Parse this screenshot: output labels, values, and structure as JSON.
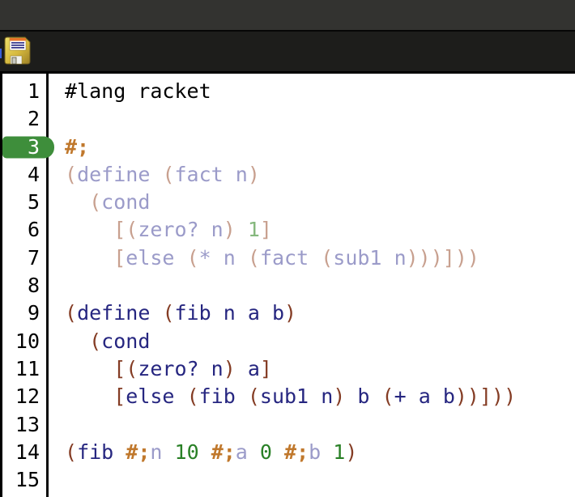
{
  "window": {
    "titlebar_text": ""
  },
  "toolbar": {
    "save_icon": "floppy-disk-save-icon"
  },
  "editor": {
    "language_line": "#lang racket",
    "active_line": 3,
    "colors": {
      "titlebar-bg": "#333330",
      "toolbar-bg": "#1d1d1b",
      "editor-bg": "#ffffff",
      "gutter-text": "#000000",
      "badge": "#3e8e3b",
      "badge-text": "#ffffff",
      "plain": "#000000",
      "paren": "#843c24",
      "symbol": "#262680",
      "number": "#298026",
      "hash": "#c0782c",
      "paren-m": "#c8a08f",
      "symbol-m": "#9b9bc9",
      "number-m": "#85b87d"
    },
    "lines": [
      {
        "num": "1",
        "tokens": [
          [
            "#lang racket",
            "plain"
          ]
        ]
      },
      {
        "num": "2",
        "tokens": []
      },
      {
        "num": "3",
        "active": true,
        "tokens": [
          [
            "#;",
            "hash"
          ]
        ]
      },
      {
        "num": "4",
        "tokens": [
          [
            "(",
            "paren-m"
          ],
          [
            "define",
            "symbol-m"
          ],
          [
            " ",
            "plain"
          ],
          [
            "(",
            "paren-m"
          ],
          [
            "fact",
            "symbol-m"
          ],
          [
            " ",
            "plain"
          ],
          [
            "n",
            "symbol-m"
          ],
          [
            ")",
            "paren-m"
          ]
        ]
      },
      {
        "num": "5",
        "tokens": [
          [
            "  ",
            "plain"
          ],
          [
            "(",
            "paren-m"
          ],
          [
            "cond",
            "symbol-m"
          ]
        ]
      },
      {
        "num": "6",
        "tokens": [
          [
            "    ",
            "plain"
          ],
          [
            "[(",
            "paren-m"
          ],
          [
            "zero?",
            "symbol-m"
          ],
          [
            " ",
            "plain"
          ],
          [
            "n",
            "symbol-m"
          ],
          [
            ")",
            "paren-m"
          ],
          [
            " ",
            "plain"
          ],
          [
            "1",
            "number-m"
          ],
          [
            "]",
            "paren-m"
          ]
        ]
      },
      {
        "num": "7",
        "tokens": [
          [
            "    ",
            "plain"
          ],
          [
            "[",
            "paren-m"
          ],
          [
            "else",
            "symbol-m"
          ],
          [
            " ",
            "plain"
          ],
          [
            "(",
            "paren-m"
          ],
          [
            "*",
            "symbol-m"
          ],
          [
            " ",
            "plain"
          ],
          [
            "n",
            "symbol-m"
          ],
          [
            " ",
            "plain"
          ],
          [
            "(",
            "paren-m"
          ],
          [
            "fact",
            "symbol-m"
          ],
          [
            " ",
            "plain"
          ],
          [
            "(",
            "paren-m"
          ],
          [
            "sub1",
            "symbol-m"
          ],
          [
            " ",
            "plain"
          ],
          [
            "n",
            "symbol-m"
          ],
          [
            ")))]))",
            "paren-m"
          ]
        ]
      },
      {
        "num": "8",
        "tokens": []
      },
      {
        "num": "9",
        "tokens": [
          [
            "(",
            "paren"
          ],
          [
            "define",
            "symbol"
          ],
          [
            " ",
            "plain"
          ],
          [
            "(",
            "paren"
          ],
          [
            "fib",
            "symbol"
          ],
          [
            " ",
            "plain"
          ],
          [
            "n",
            "symbol"
          ],
          [
            " ",
            "plain"
          ],
          [
            "a",
            "symbol"
          ],
          [
            " ",
            "plain"
          ],
          [
            "b",
            "symbol"
          ],
          [
            ")",
            "paren"
          ]
        ]
      },
      {
        "num": "10",
        "tokens": [
          [
            "  ",
            "plain"
          ],
          [
            "(",
            "paren"
          ],
          [
            "cond",
            "symbol"
          ]
        ]
      },
      {
        "num": "11",
        "tokens": [
          [
            "    ",
            "plain"
          ],
          [
            "[(",
            "paren"
          ],
          [
            "zero?",
            "symbol"
          ],
          [
            " ",
            "plain"
          ],
          [
            "n",
            "symbol"
          ],
          [
            ")",
            "paren"
          ],
          [
            " ",
            "plain"
          ],
          [
            "a",
            "symbol"
          ],
          [
            "]",
            "paren"
          ]
        ]
      },
      {
        "num": "12",
        "tokens": [
          [
            "    ",
            "plain"
          ],
          [
            "[",
            "paren"
          ],
          [
            "else",
            "symbol"
          ],
          [
            " ",
            "plain"
          ],
          [
            "(",
            "paren"
          ],
          [
            "fib",
            "symbol"
          ],
          [
            " ",
            "plain"
          ],
          [
            "(",
            "paren"
          ],
          [
            "sub1",
            "symbol"
          ],
          [
            " ",
            "plain"
          ],
          [
            "n",
            "symbol"
          ],
          [
            ")",
            "paren"
          ],
          [
            " ",
            "plain"
          ],
          [
            "b",
            "symbol"
          ],
          [
            " ",
            "plain"
          ],
          [
            "(",
            "paren"
          ],
          [
            "+",
            "symbol"
          ],
          [
            " ",
            "plain"
          ],
          [
            "a",
            "symbol"
          ],
          [
            " ",
            "plain"
          ],
          [
            "b",
            "symbol"
          ],
          [
            "))]))",
            "paren"
          ]
        ]
      },
      {
        "num": "13",
        "tokens": []
      },
      {
        "num": "14",
        "tokens": [
          [
            "(",
            "paren"
          ],
          [
            "fib",
            "symbol"
          ],
          [
            " ",
            "plain"
          ],
          [
            "#;",
            "hash"
          ],
          [
            "n",
            "symbol-m"
          ],
          [
            " ",
            "plain"
          ],
          [
            "10",
            "number"
          ],
          [
            " ",
            "plain"
          ],
          [
            "#;",
            "hash"
          ],
          [
            "a",
            "symbol-m"
          ],
          [
            " ",
            "plain"
          ],
          [
            "0",
            "number"
          ],
          [
            " ",
            "plain"
          ],
          [
            "#;",
            "hash"
          ],
          [
            "b",
            "symbol-m"
          ],
          [
            " ",
            "plain"
          ],
          [
            "1",
            "number"
          ],
          [
            ")",
            "paren"
          ]
        ]
      },
      {
        "num": "15",
        "tokens": []
      }
    ]
  }
}
